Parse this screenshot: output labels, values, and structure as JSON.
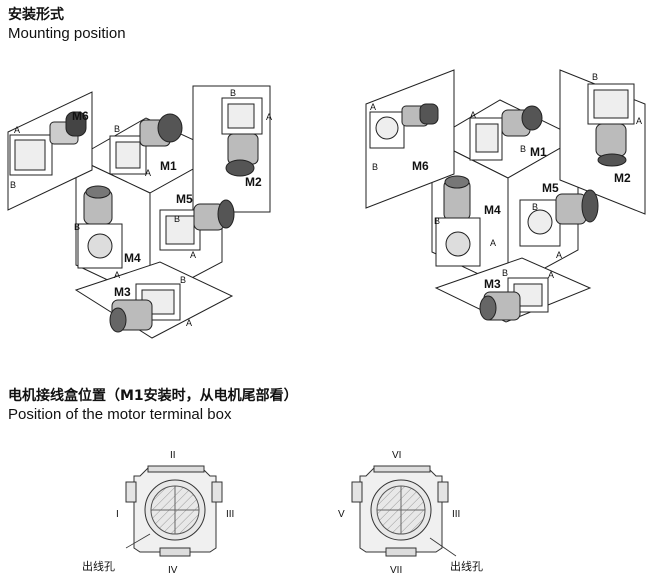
{
  "section1": {
    "title_cn": "安装形式",
    "title_en": "Mounting position"
  },
  "section2": {
    "title_cn": "电机接线盒位置（M1安装时，从电机尾部看）",
    "title_en": "Position of the motor terminal box"
  },
  "positions": [
    "M1",
    "M2",
    "M3",
    "M4",
    "M5",
    "M6"
  ],
  "side_letters": [
    "A",
    "B"
  ],
  "terminal_left": {
    "top": "II",
    "left": "I",
    "right": "III",
    "bottom": "IV",
    "cable": "出线孔"
  },
  "terminal_right": {
    "top": "VI",
    "left": "V",
    "right": "III",
    "bottom": "VII",
    "cable": "出线孔"
  }
}
